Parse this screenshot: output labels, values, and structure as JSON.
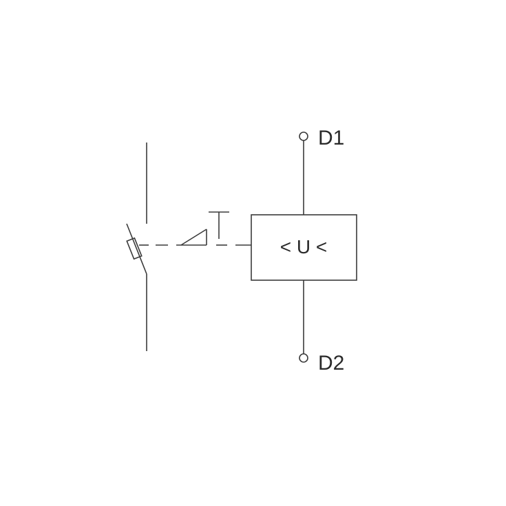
{
  "diagram": {
    "terminal_top_label": "D1",
    "terminal_bottom_label": "D2",
    "relay_box_text": "< U <",
    "colors": {
      "line": "#3a3a3a",
      "text": "#2a2a2a",
      "background": "#ffffff"
    }
  }
}
